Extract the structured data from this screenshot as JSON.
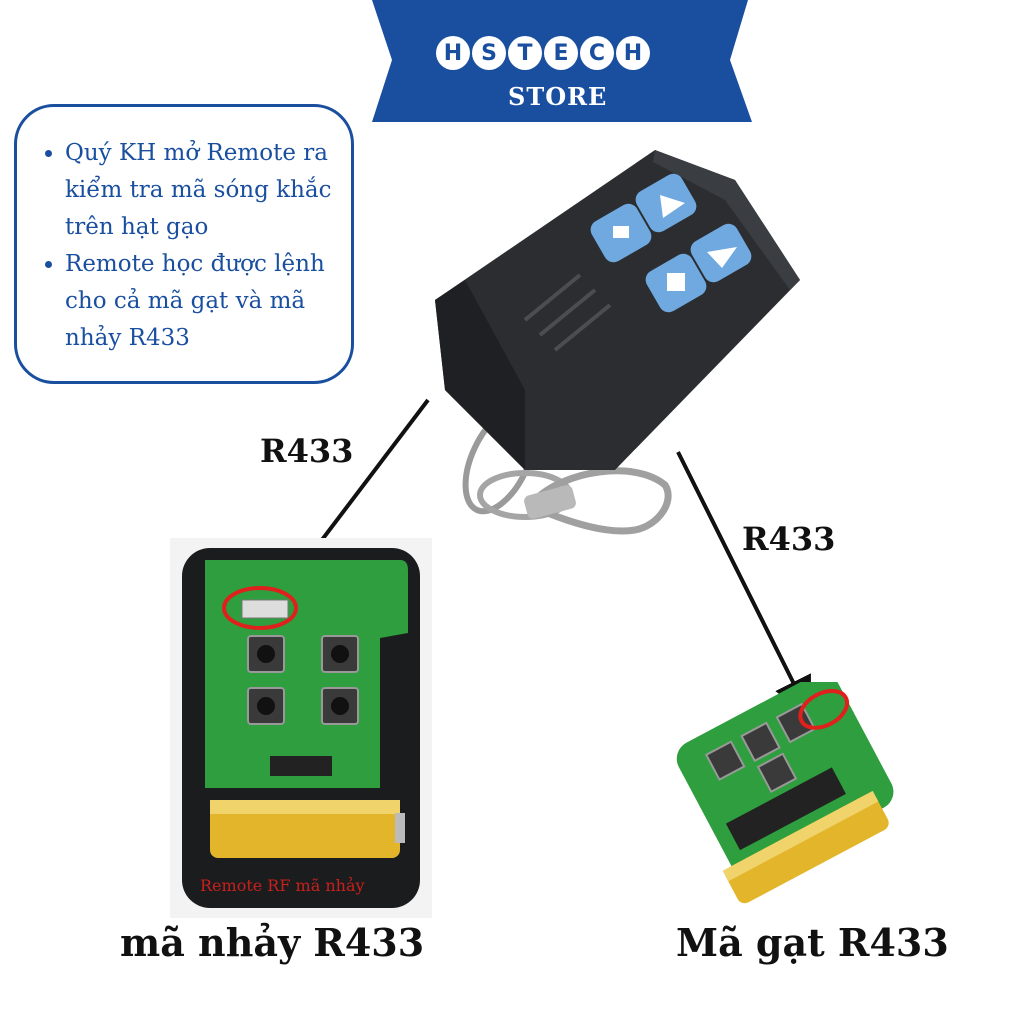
{
  "brand": {
    "letters": [
      "H",
      "S",
      "T",
      "E",
      "C",
      "H"
    ],
    "store": "STORE",
    "blue": "#1a4fa0"
  },
  "info": {
    "items": [
      "Quý KH mở Remote ra kiểm tra mã sóng khắc trên hạt gạo",
      "Remote học được lệnh cho cả mã gạt và mã nhảy R433"
    ]
  },
  "labels": {
    "left_arrow": "R433",
    "right_arrow": "R433",
    "left_caption": "mã nhảy R433",
    "right_caption": "Mã gạt R433",
    "pcb_left_text": "Remote RF mã nhảy"
  },
  "colors": {
    "pcb_green": "#2e9e3e",
    "remote_body": "#2b2d31",
    "button_blue": "#6fa9e0",
    "highlight_red": "#e0201c"
  }
}
